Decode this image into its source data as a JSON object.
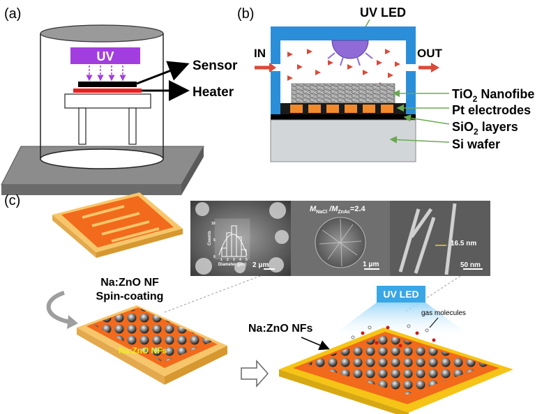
{
  "panels": {
    "a": {
      "label": "(a)",
      "uv_label": "UV",
      "sensor_label": "Sensor",
      "heater_label": "Heater"
    },
    "b": {
      "label": "(b)",
      "uv_led_label": "UV LED",
      "in_label": "IN",
      "out_label": "OUT",
      "layers": [
        {
          "name": "TiO",
          "sub": "2",
          "rest": " Nanofibe"
        },
        {
          "name": "Pt electrodes",
          "sub": "",
          "rest": ""
        },
        {
          "name": "SiO",
          "sub": "2",
          "rest": " layers"
        },
        {
          "name": "Si wafer",
          "sub": "",
          "rest": ""
        }
      ]
    },
    "c": {
      "label": "(c)",
      "process_line1": "Na:ZnO NF",
      "process_line2": "Spin-coating",
      "film_label": "Na:ZnO NFs",
      "device_label": "Na:ZnO NFs",
      "uv_led_label": "UV LED",
      "gas_label": "gas molecules",
      "sem": {
        "image1_scale": "2 μm",
        "histogram": {
          "ylabel": "Counts",
          "xlabel": "Diameter (μm)",
          "yticks": [
            "0",
            "5",
            "10"
          ],
          "xticks": [
            "1",
            "2",
            "3",
            "4",
            "5"
          ]
        },
        "image2_ratio_m1": "M",
        "image2_ratio_sub1": "NaCl",
        "image2_ratio_sep": " /M",
        "image2_ratio_sub2": "ZnAc",
        "image2_ratio_val": "=2.4",
        "image2_scale": "1 μm",
        "image3_width": "16.5 nm",
        "image3_scale": "50 nm"
      }
    }
  },
  "colors": {
    "uv_purple": "#a23ee0",
    "heater_red": "#e8201f",
    "chamber_blue": "#2a8fd8",
    "electrode_orange": "#f26a1b",
    "substrate_yellow": "#f7c66b",
    "led_blue": "#39a6e6"
  }
}
